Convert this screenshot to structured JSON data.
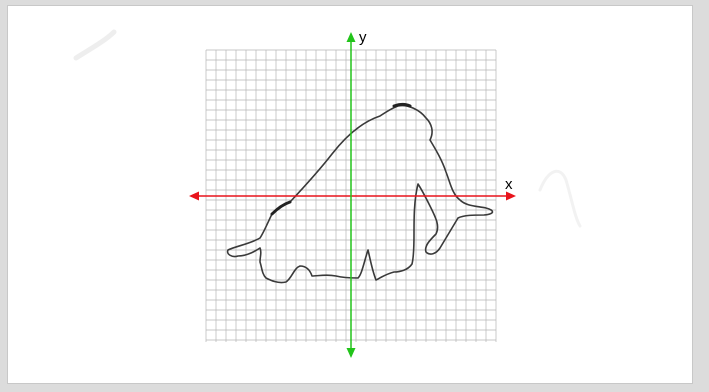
{
  "diagram": {
    "x_axis_label": "x",
    "y_axis_label": "y",
    "colors": {
      "background": "#ffffff",
      "grid": "#b5b5b5",
      "x_axis": "#e8141c",
      "y_axis": "#22c41a",
      "outline": "#3a3a3a"
    },
    "grid": true,
    "shape": "hand-drawn closed outline of a bent-over figure on a coordinate grid"
  }
}
